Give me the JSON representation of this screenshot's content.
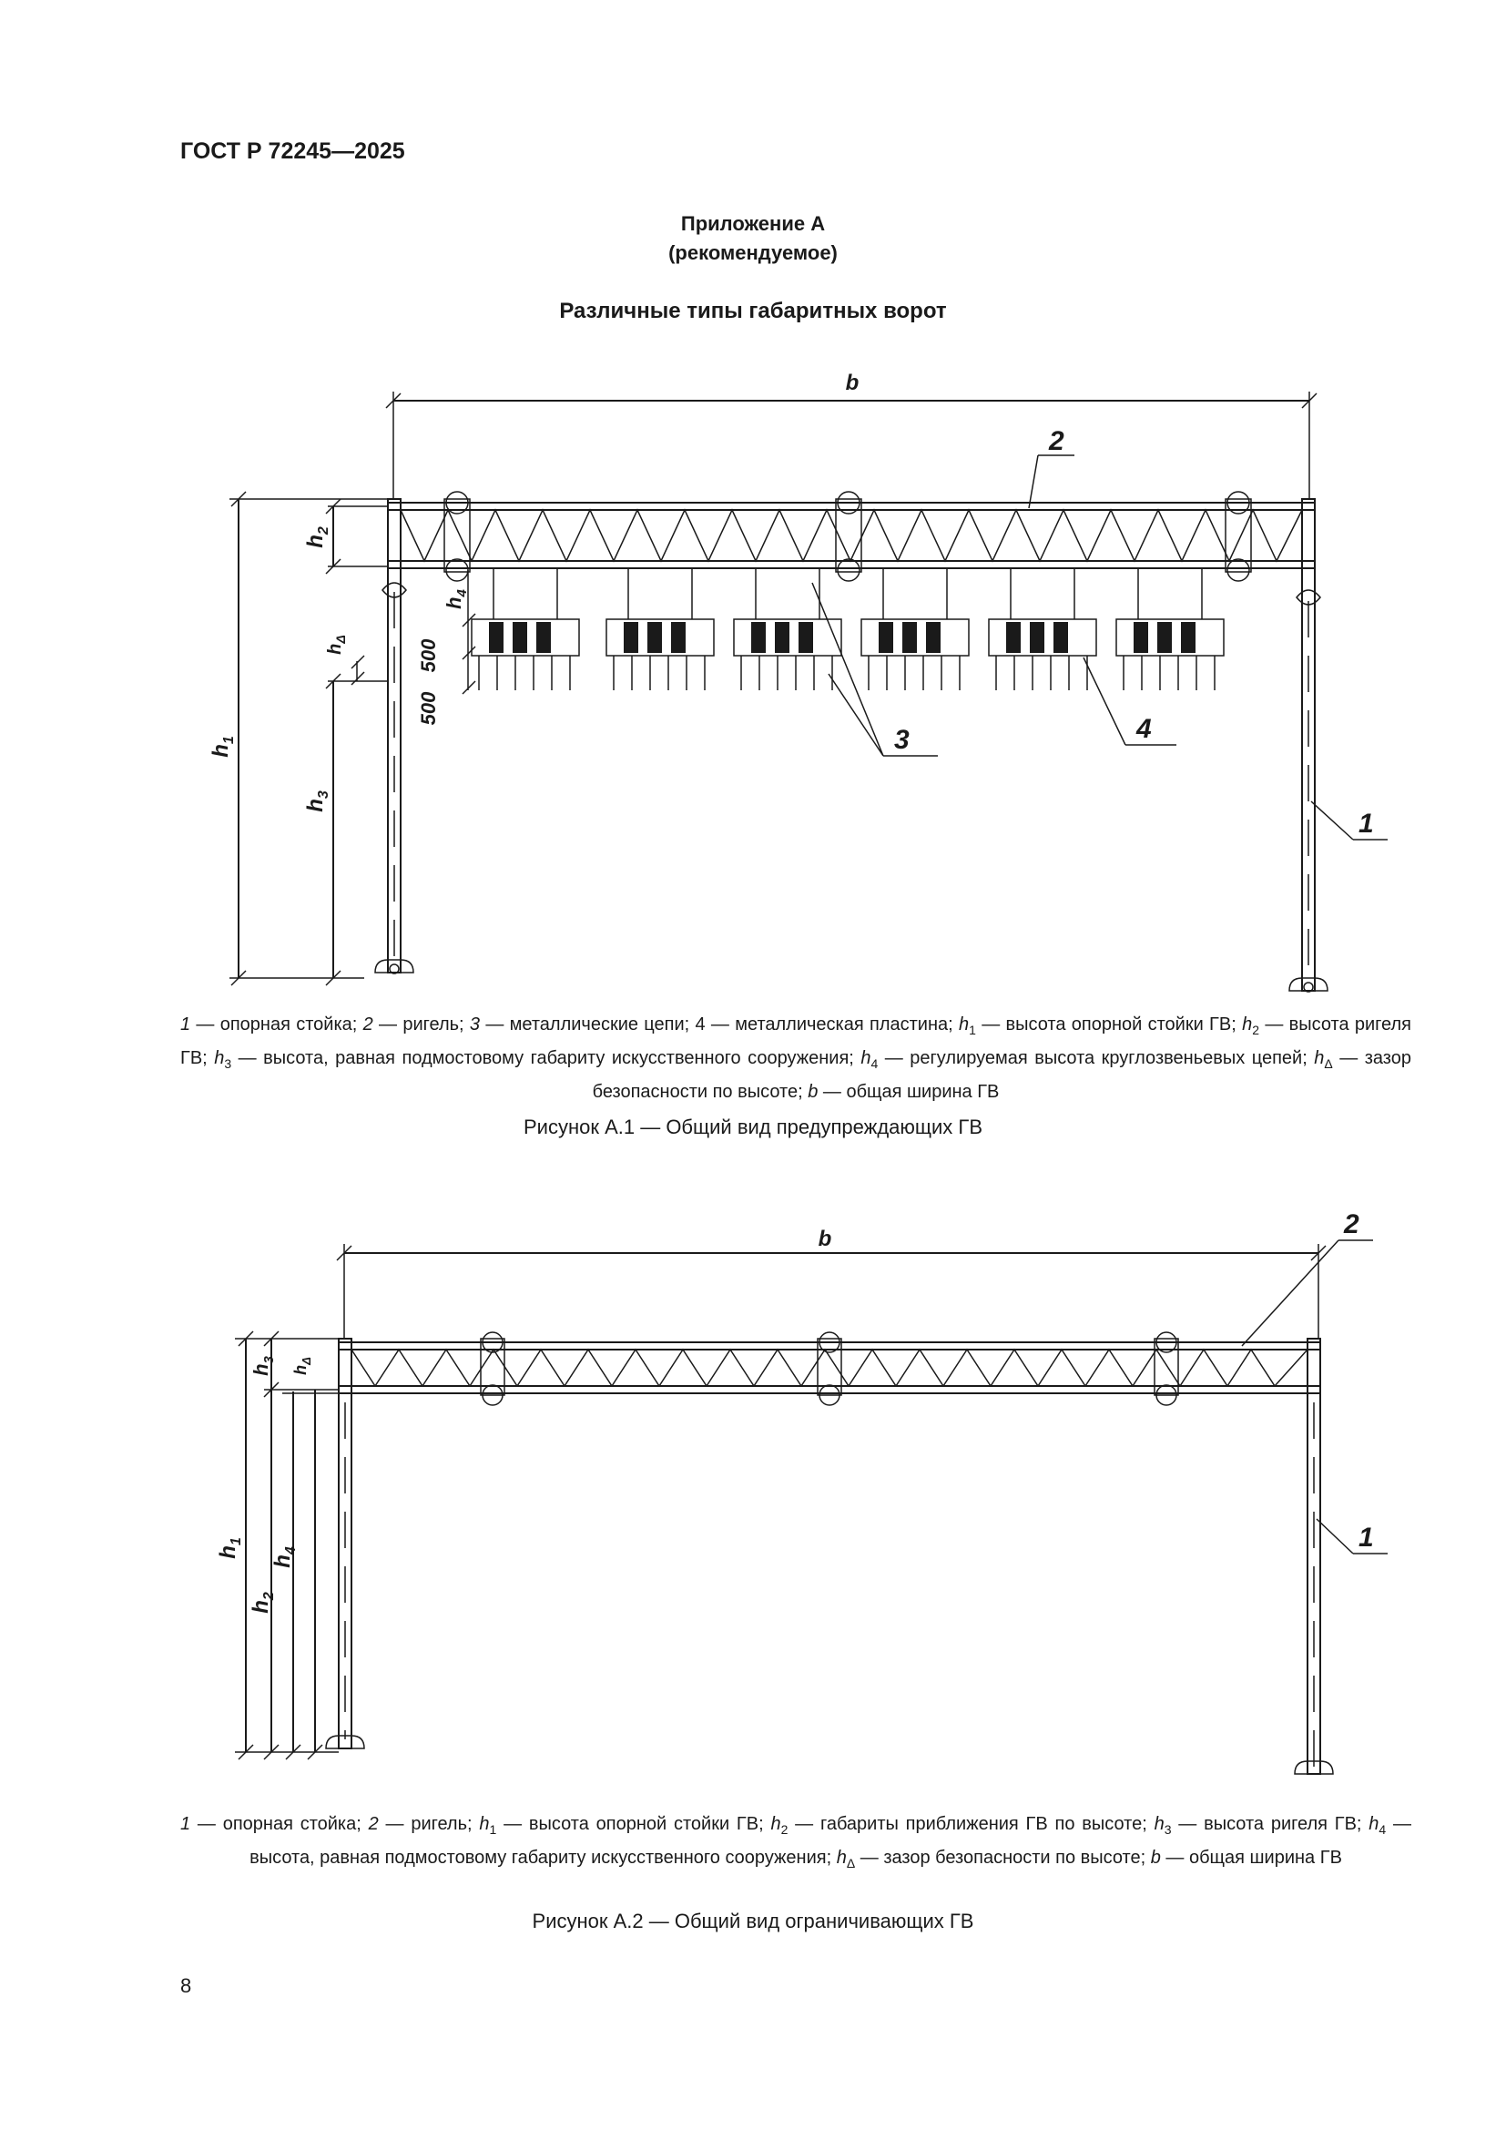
{
  "header": {
    "doc_number": "ГОСТ Р 72245—2025"
  },
  "appendix": {
    "title": "Приложение А",
    "subtitle": "(рекомендуемое)"
  },
  "section_title": "Различные типы габаритных ворот",
  "figure1": {
    "labels": {
      "b": "b",
      "n1": "1",
      "n2": "2",
      "n3": "3",
      "n4": "4",
      "h1": "h",
      "h2": "h",
      "h3": "h",
      "h4": "h",
      "hd": "h",
      "dim500a": "500",
      "dim500b": "500",
      "sub1": "1",
      "sub2": "2",
      "sub3": "3",
      "sub4": "4",
      "subd": "Δ"
    },
    "legend": {
      "t1": "1",
      "t1d": " — опорная стойка; ",
      "t2": "2",
      "t2d": " — ригель; ",
      "t3": "3",
      "t3d": " — металлические цепи; 4 — металлическая пластина; ",
      "h1": "h",
      "h1s": "1",
      "h1d": " — высота опорной стойки ГВ; ",
      "h2": "h",
      "h2s": "2",
      "h2d": " — высота ригеля ГВ; ",
      "h3": "h",
      "h3s": "3",
      "h3d": " — высота, равная подмостовому габариту искусственного сооружения; ",
      "h4": "h",
      "h4s": "4",
      "h4d": " — регулируемая высота круглозвеньевых цепей; ",
      "hd": "h",
      "hds": "Δ",
      "hdd": " — зазор безопасности по высоте; ",
      "b": "b",
      "bd": " — общая ширина ГВ"
    },
    "caption": "Рисунок А.1 — Общий вид предупреждающих ГВ"
  },
  "figure2": {
    "labels": {
      "b": "b",
      "n1": "1",
      "n2": "2",
      "h1": "h",
      "h2": "h",
      "h3": "h",
      "h4": "h",
      "hd": "h",
      "sub1": "1",
      "sub2": "2",
      "sub3": "3",
      "sub4": "4",
      "subd": "Δ"
    },
    "legend": {
      "t1": "1",
      "t1d": " — опорная стойка; ",
      "t2": "2",
      "t2d": " — ригель; ",
      "h1": "h",
      "h1s": "1",
      "h1d": " — высота опорной стойки ГВ; ",
      "h2": "h",
      "h2s": "2",
      "h2d": " — габариты приближения ГВ по высоте; ",
      "h3": "h",
      "h3s": "3",
      "h3d": " — высота ригеля ГВ; ",
      "h4": "h",
      "h4s": "4",
      "h4d": " — высота, равная подмостовому габариту искусственного сооружения; ",
      "hd": "h",
      "hds": "Δ",
      "hdd": " — зазор безопасности по высоте; ",
      "b": "b",
      "bd": " — общая ширина ГВ"
    },
    "caption": "Рисунок А.2 — Общий вид ограничивающих ГВ"
  },
  "page_number": "8"
}
